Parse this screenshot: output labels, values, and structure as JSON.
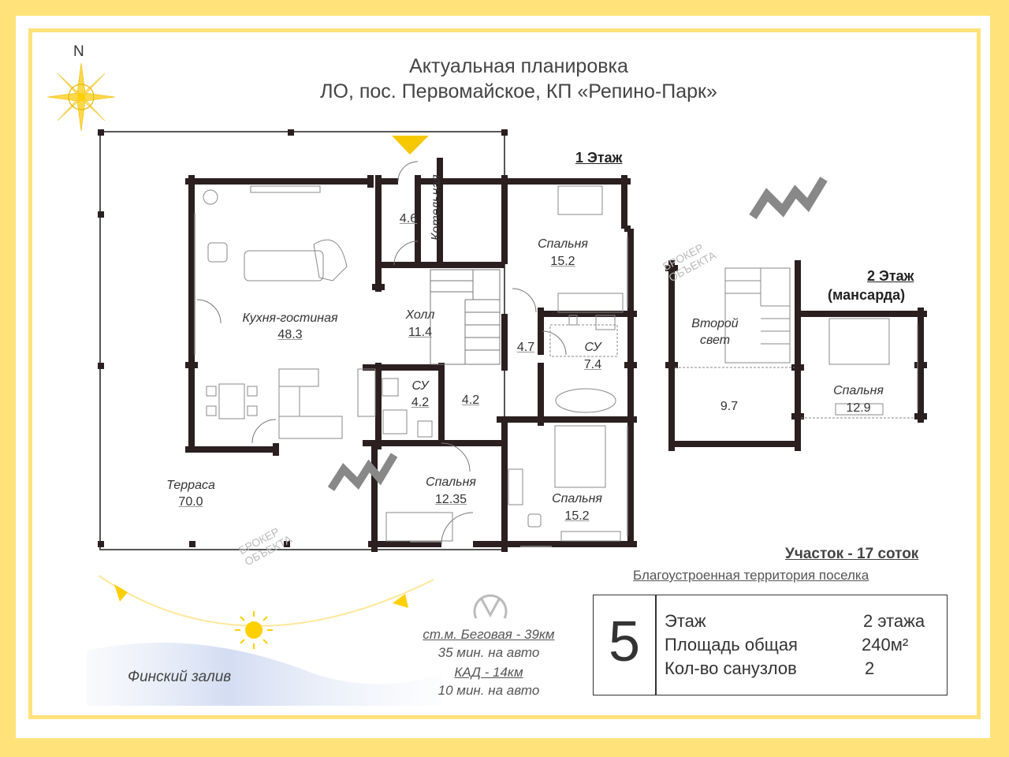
{
  "header": {
    "title_line1": "Актуальная планировка",
    "title_line2": "ЛО, пос. Первомайское, КП «Репино-Парк»"
  },
  "compass": {
    "label": "N",
    "icon": "compass-rose-icon"
  },
  "floors": {
    "first": "1 Этаж",
    "second_line1": "2 Этаж",
    "second_line2": "(мансарда)"
  },
  "rooms_floor1": [
    {
      "name": "Кухня-гостиная",
      "area": "48.3"
    },
    {
      "name": "Холл",
      "area": "11.4"
    },
    {
      "name": "",
      "area": "4.6"
    },
    {
      "name": "Котельная",
      "area": ""
    },
    {
      "name": "Спальня",
      "area": "15.2"
    },
    {
      "name": "СУ",
      "area": "7.4"
    },
    {
      "name": "",
      "area": "4.7"
    },
    {
      "name": "СУ",
      "area": "4.2"
    },
    {
      "name": "",
      "area": "4.2"
    },
    {
      "name": "Спальня",
      "area": "12.35"
    },
    {
      "name": "Спальня",
      "area": "15.2"
    },
    {
      "name": "Терраса",
      "area": "70.0"
    }
  ],
  "rooms_floor2": [
    {
      "name": "Второй свет",
      "area": "9.7"
    },
    {
      "name": "Спальня",
      "area": "12.9"
    }
  ],
  "watermark": {
    "line1": "БРОКЕР",
    "line2": "ОБЪЕКТА"
  },
  "plot": {
    "title": "Участок - 17 соток",
    "subtitle": "Благоустроенная территория поселка"
  },
  "location": {
    "gulf": "Финский залив",
    "metro_line1": "ст.м. Беговая - 39км",
    "metro_line2": "35 мин. на авто",
    "kad_line1": "КАД - 14км",
    "kad_line2": "10 мин. на авто"
  },
  "info": {
    "number": "5",
    "rows": [
      {
        "label": "Этаж",
        "value": "2 этажа"
      },
      {
        "label": "Площадь общая",
        "value": "240м²"
      },
      {
        "label": "Кол-во санузлов",
        "value": "2"
      }
    ]
  },
  "colors": {
    "frame": "#ffe27a",
    "wall": "#2b1f1f",
    "sun": "#ffd000",
    "accent_entry": "#f5c800"
  }
}
